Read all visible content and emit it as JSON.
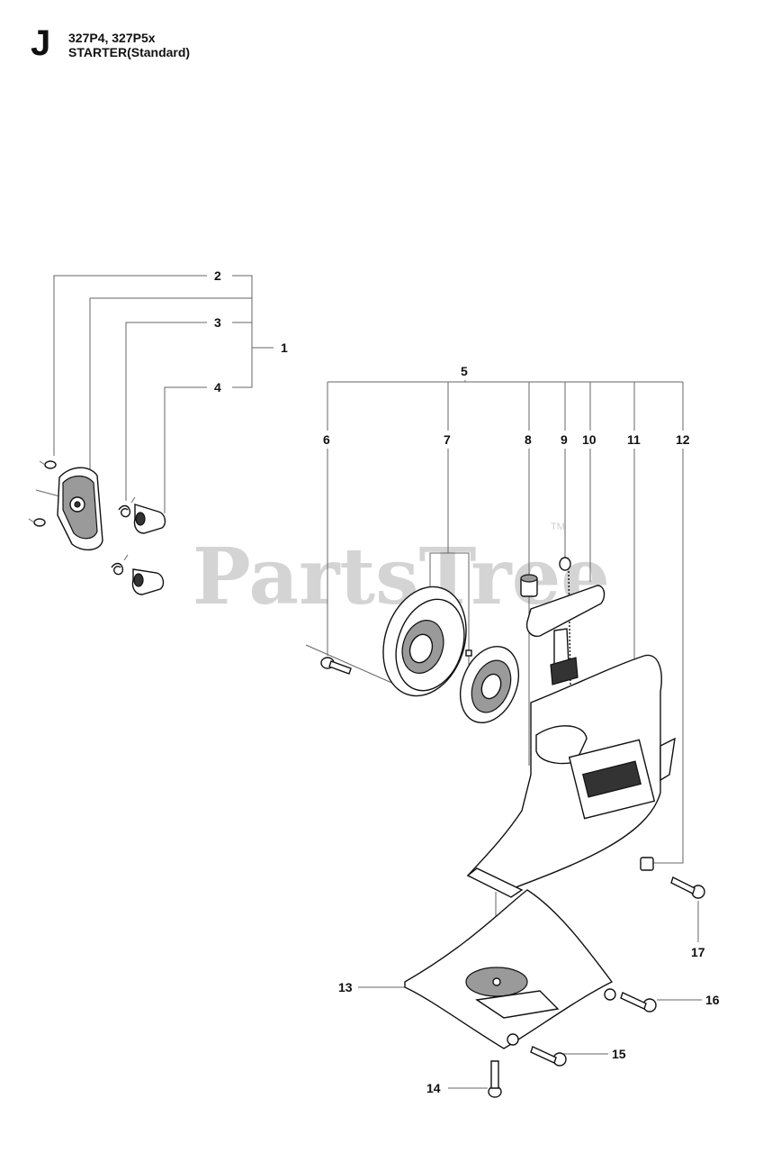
{
  "header": {
    "section_letter": "J",
    "models": "327P4, 327P5x",
    "title": "STARTER(Standard)"
  },
  "watermark": {
    "text": "PartsTree",
    "trademark": "TM"
  },
  "callouts": {
    "c1": "1",
    "c2": "2",
    "c3": "3",
    "c4": "4",
    "c5": "5",
    "c6": "6",
    "c7": "7",
    "c8": "8",
    "c9": "9",
    "c10": "10",
    "c11": "11",
    "c12": "12",
    "c13": "13",
    "c14": "14",
    "c15": "15",
    "c16": "16",
    "c17": "17"
  }
}
